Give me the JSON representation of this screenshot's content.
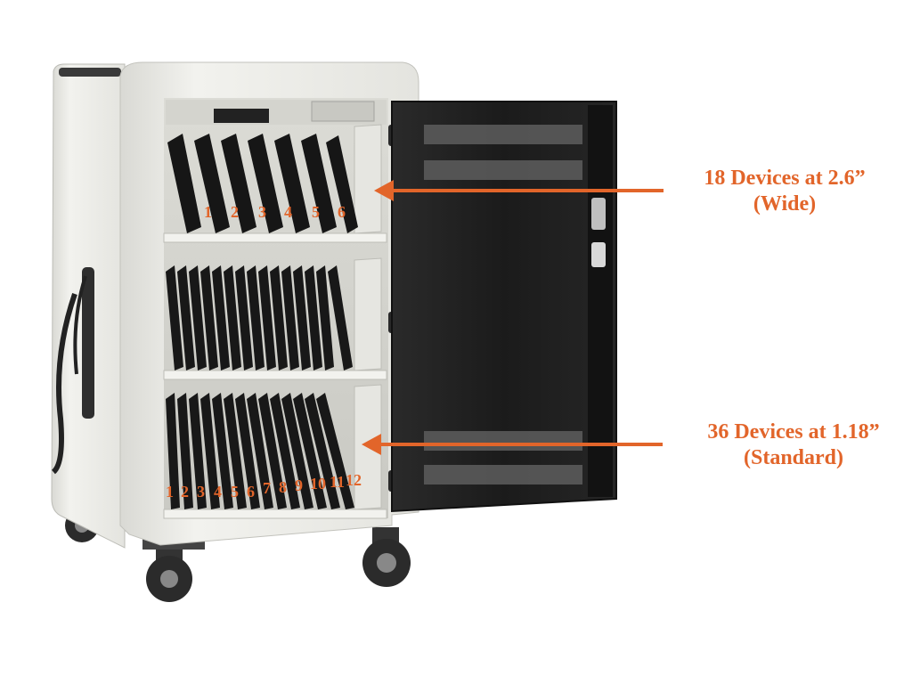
{
  "callouts": {
    "wide": {
      "line1": "18 Devices at 2.6”",
      "line2": "(Wide)"
    },
    "standard": {
      "line1": "36 Devices at 1.18”",
      "line2": "(Standard)"
    }
  },
  "top_shelf_numbers": [
    "1",
    "2",
    "3",
    "4",
    "5",
    "6"
  ],
  "bottom_shelf_numbers": [
    "1",
    "2",
    "3",
    "4",
    "5",
    "6",
    "7",
    "8",
    "9",
    "10",
    "11",
    "12"
  ],
  "colors": {
    "accent": "#e2652a",
    "cabinet": "#eeeeea",
    "door": "#1e1e1e"
  }
}
